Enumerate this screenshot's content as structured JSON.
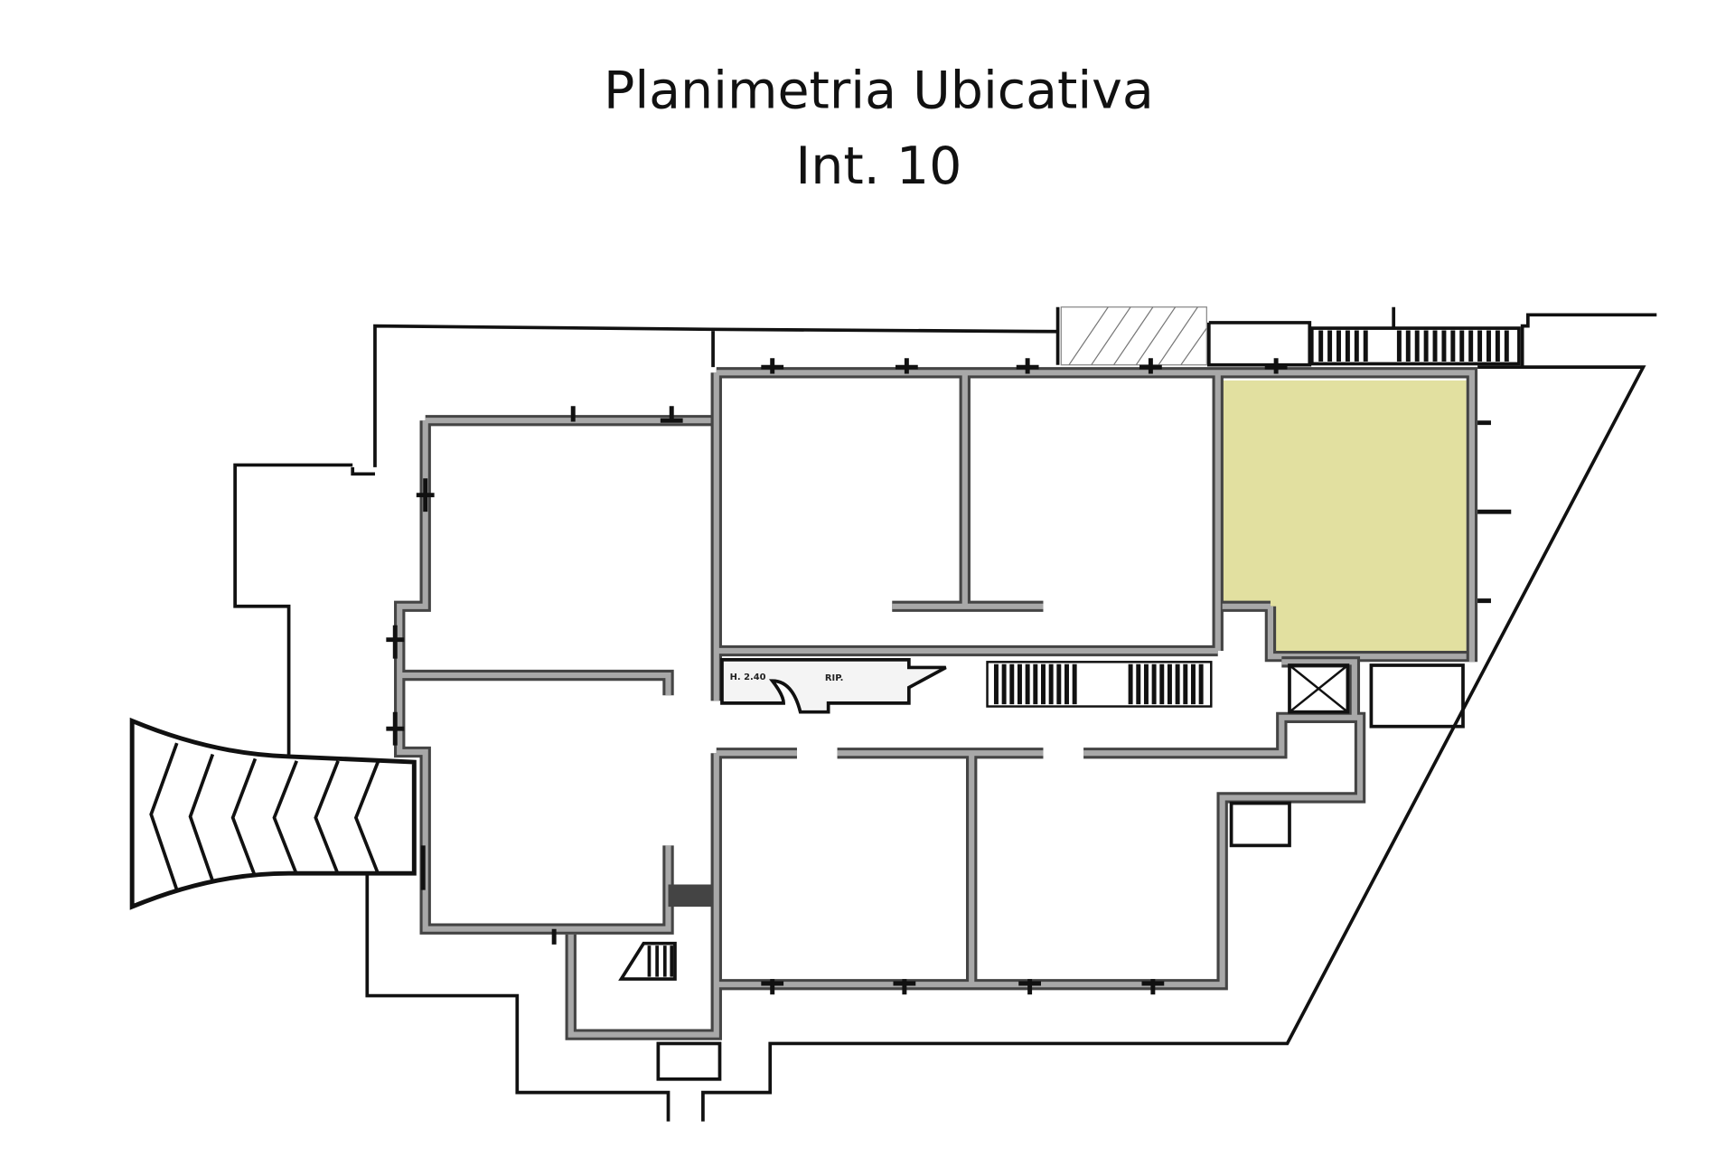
{
  "title": {
    "line1": "Planimetria Ubicativa",
    "line2": "Int. 10"
  },
  "plan": {
    "labels": {
      "height": "H. 2.40",
      "storage": "RIP."
    },
    "highlight_color": "#e2e0a0",
    "highlighted_unit": "Int. 10"
  }
}
